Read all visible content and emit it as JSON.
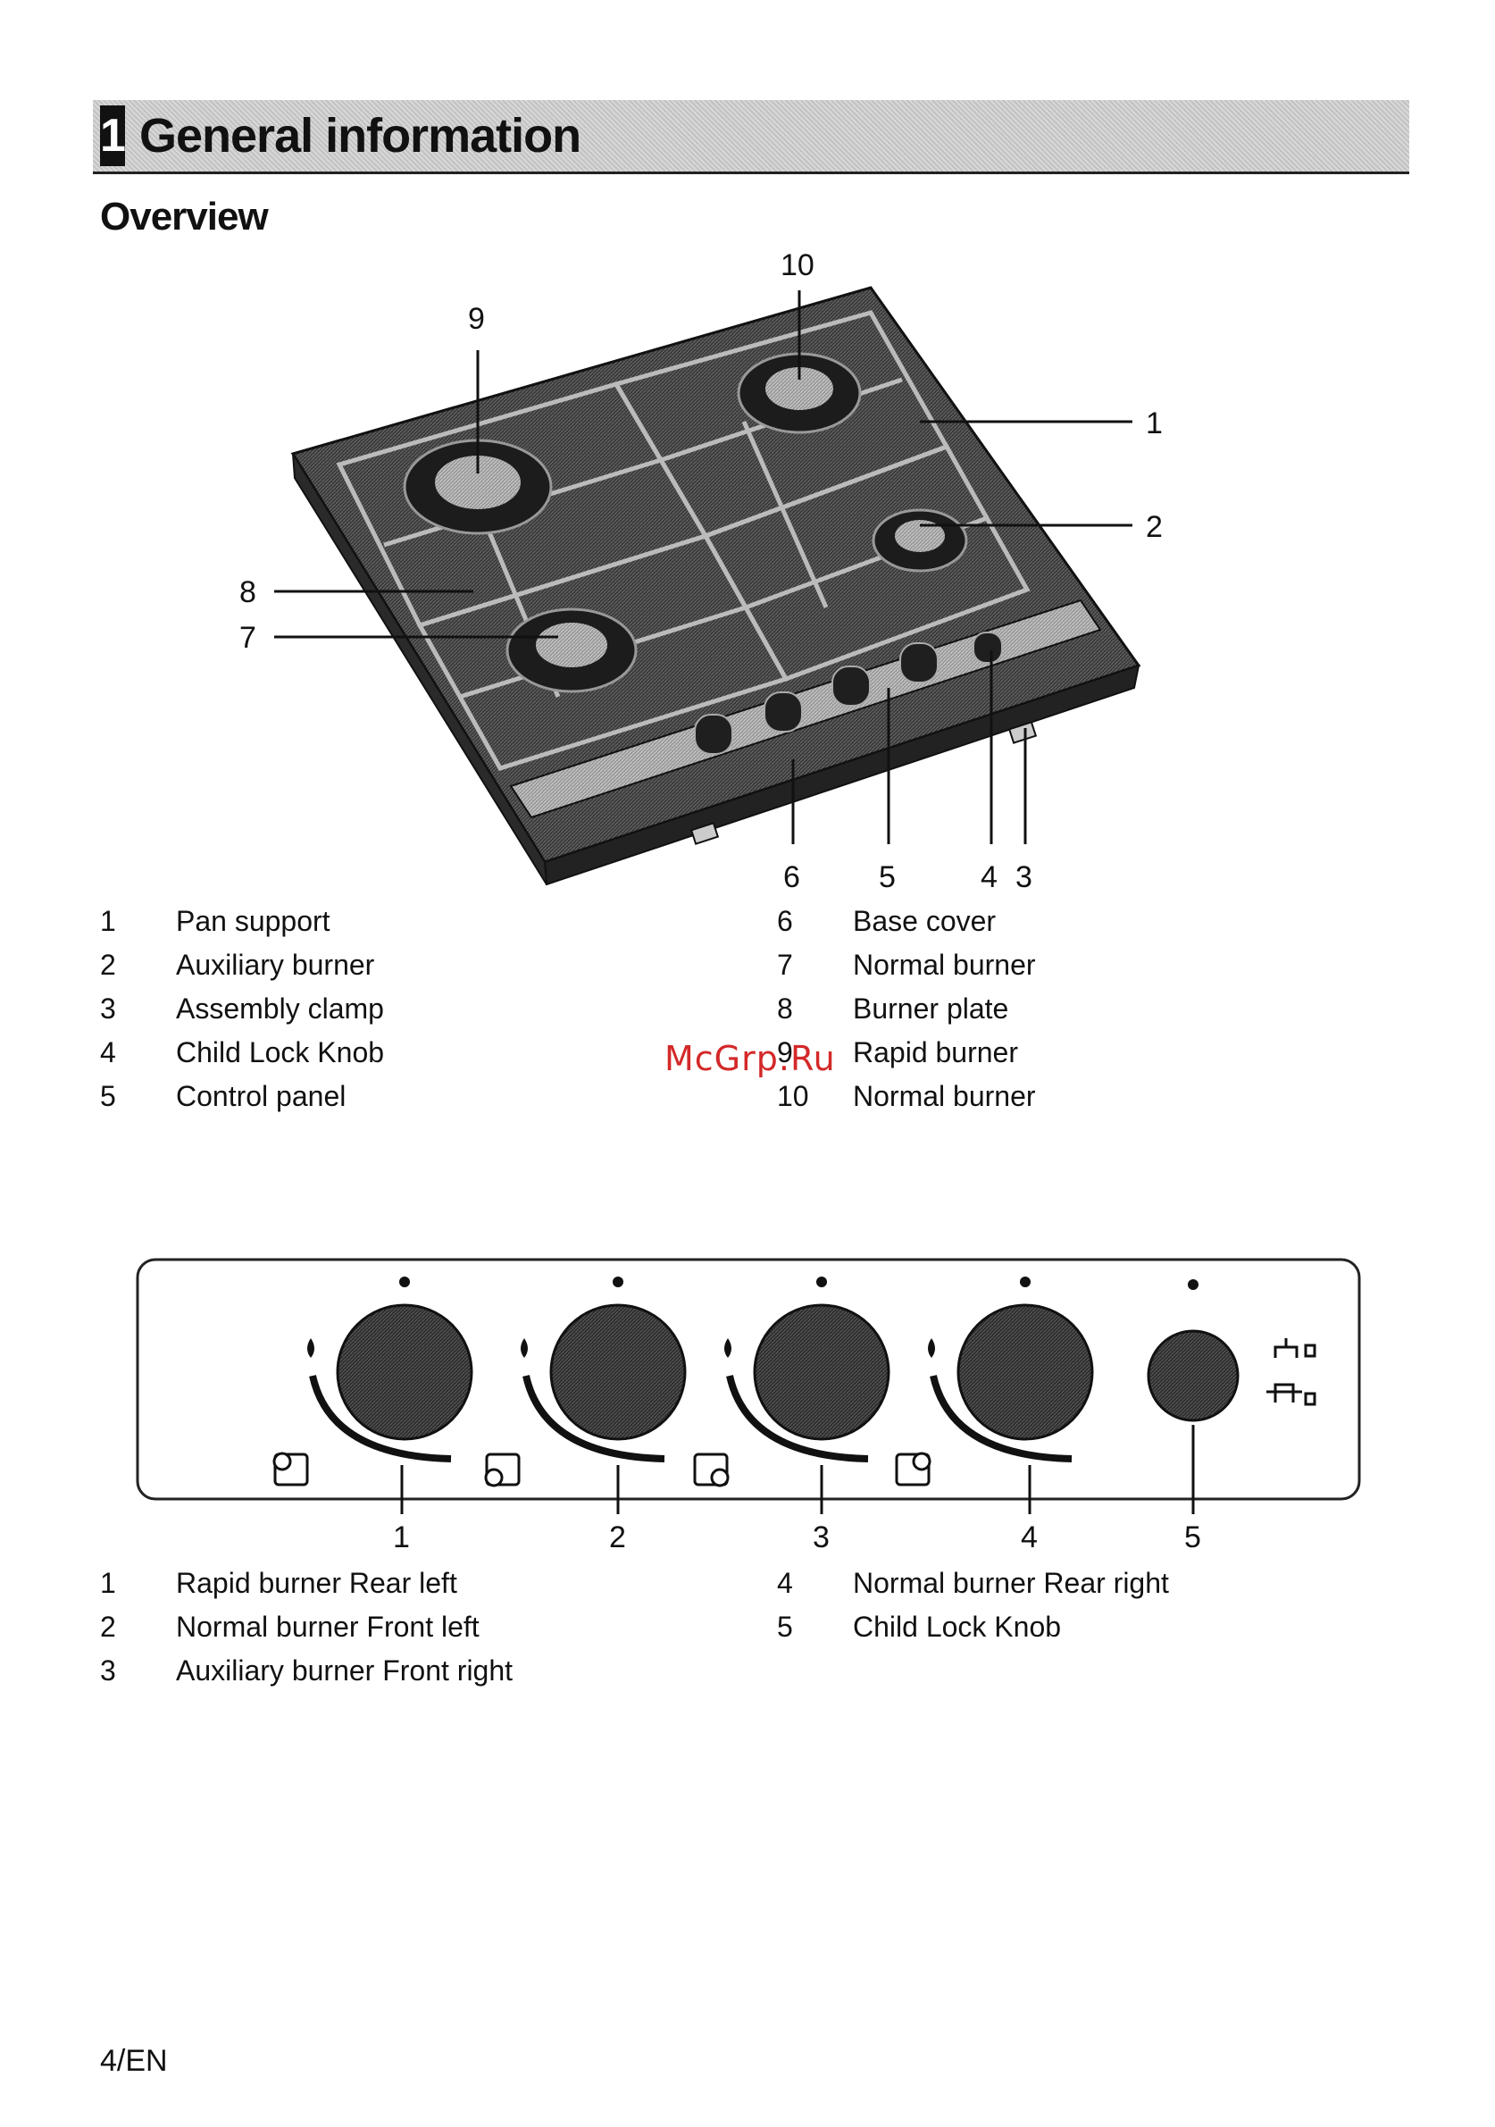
{
  "header": {
    "chapter_number": "1",
    "chapter_title": "General information"
  },
  "section": {
    "title": "Overview"
  },
  "hob_diagram": {
    "callouts": [
      "1",
      "2",
      "3",
      "4",
      "5",
      "6",
      "7",
      "8",
      "9",
      "10"
    ]
  },
  "hob_legend": {
    "left": [
      {
        "num": "1",
        "label": "Pan support"
      },
      {
        "num": "2",
        "label": "Auxiliary burner"
      },
      {
        "num": "3",
        "label": "Assembly clamp"
      },
      {
        "num": "4",
        "label": "Child Lock Knob"
      },
      {
        "num": "5",
        "label": "Control panel"
      }
    ],
    "right": [
      {
        "num": "6",
        "label": "Base cover"
      },
      {
        "num": "7",
        "label": "Normal burner"
      },
      {
        "num": "8",
        "label": "Burner plate"
      },
      {
        "num": "9",
        "label": "Rapid burner"
      },
      {
        "num": "10",
        "label": "Normal burner"
      }
    ]
  },
  "watermark": "McGrp.Ru",
  "panel_diagram": {
    "callouts": [
      "1",
      "2",
      "3",
      "4",
      "5"
    ]
  },
  "panel_legend": {
    "left": [
      {
        "num": "1",
        "label": "Rapid burner Rear left"
      },
      {
        "num": "2",
        "label": "Normal burner Front left"
      },
      {
        "num": "3",
        "label": "Auxiliary burner Front right"
      }
    ],
    "right": [
      {
        "num": "4",
        "label": "Normal burner Rear right"
      },
      {
        "num": "5",
        "label": "Child Lock Knob"
      }
    ]
  },
  "footer": {
    "page": "4/EN"
  }
}
